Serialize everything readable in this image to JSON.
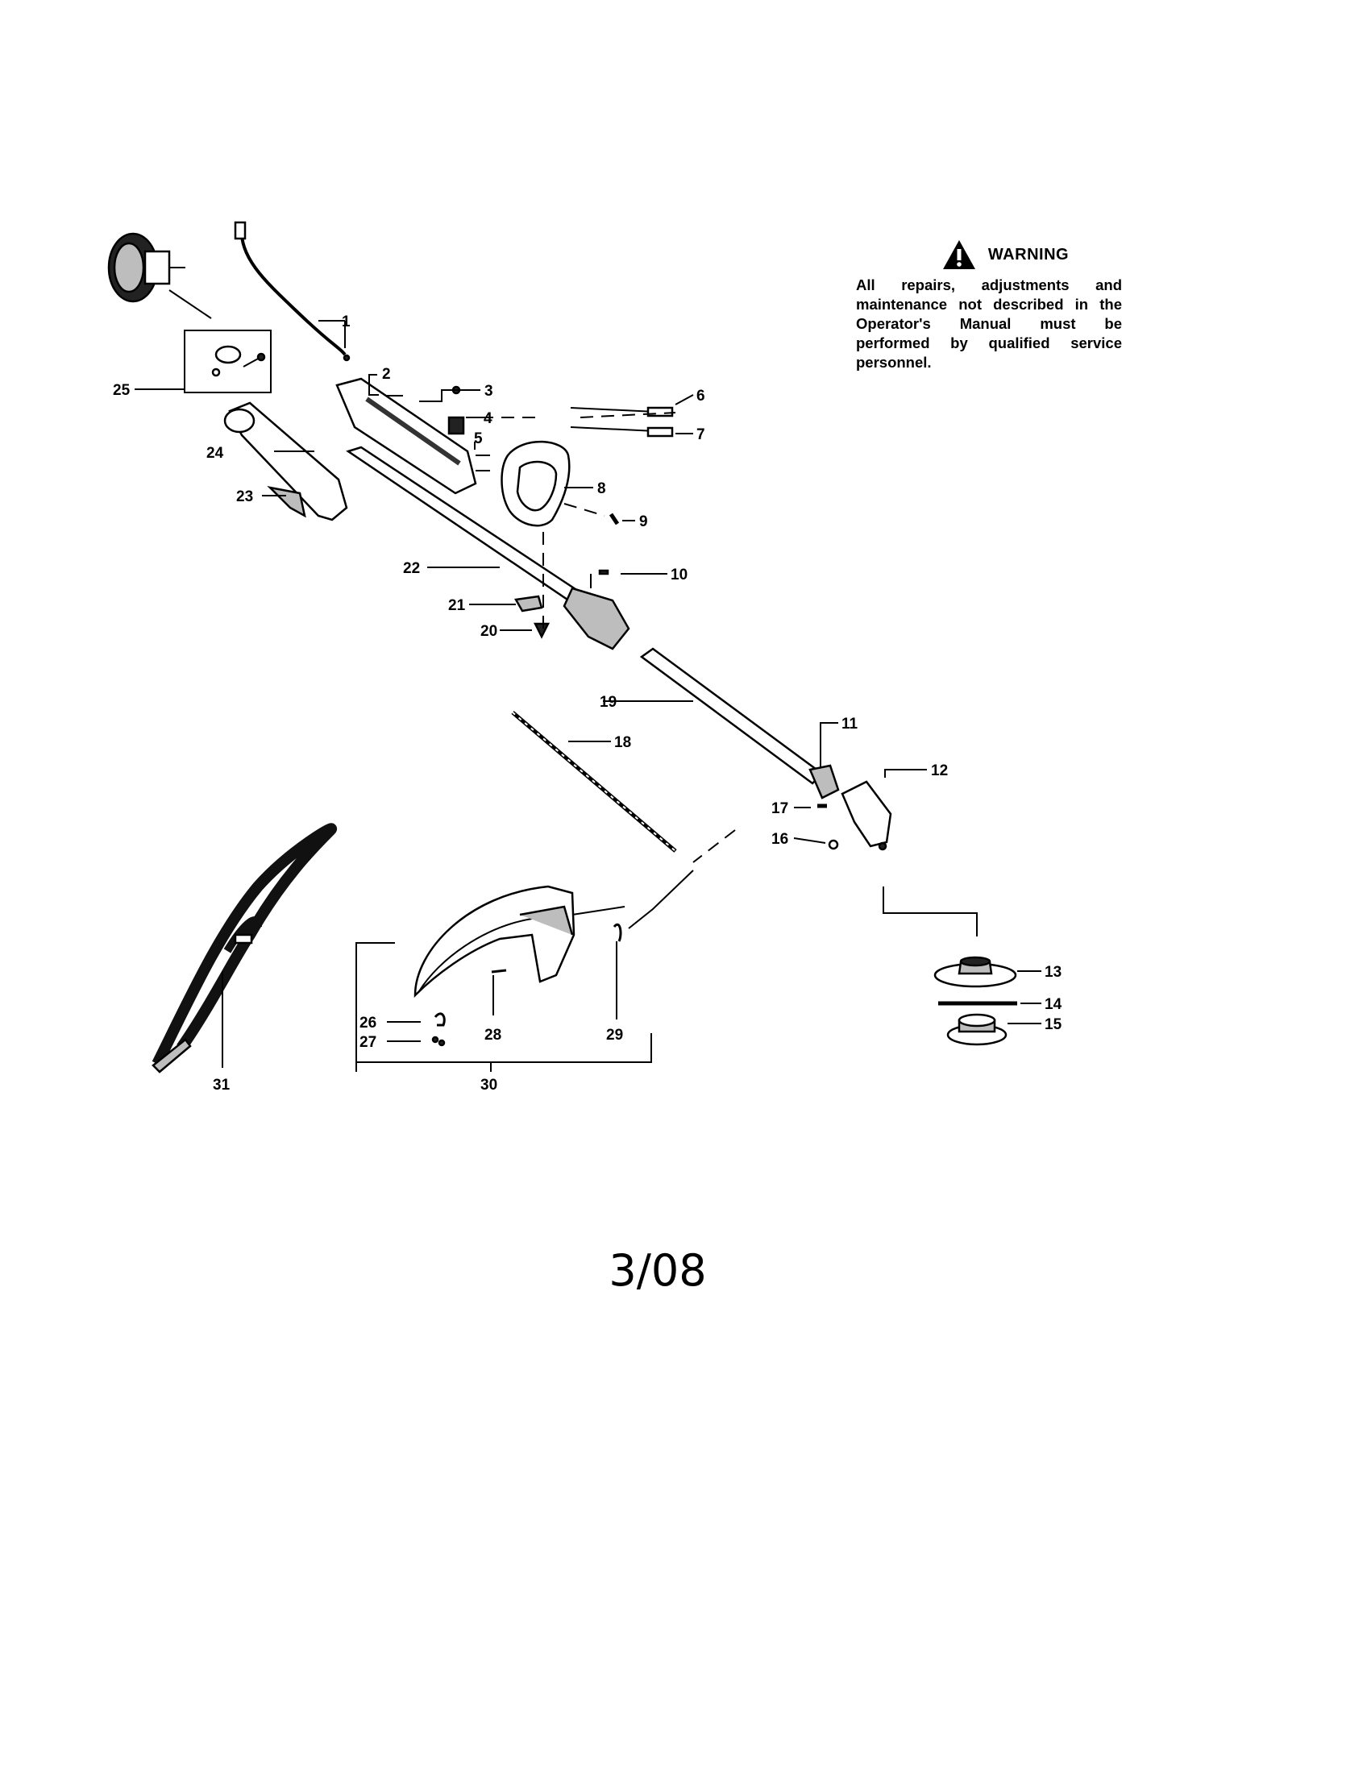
{
  "warning": {
    "title": "WARNING",
    "text": "All repairs, adjustments and maintenance not described in the Operator's Manual must be performed by qualified service personnel."
  },
  "labels": [
    "1",
    "2",
    "3",
    "4",
    "5",
    "6",
    "7",
    "8",
    "9",
    "10",
    "11",
    "12",
    "13",
    "14",
    "15",
    "16",
    "17",
    "18",
    "19",
    "20",
    "21",
    "22",
    "23",
    "24",
    "25",
    "26",
    "27",
    "28",
    "29",
    "30",
    "31"
  ],
  "page_number": "3/08"
}
